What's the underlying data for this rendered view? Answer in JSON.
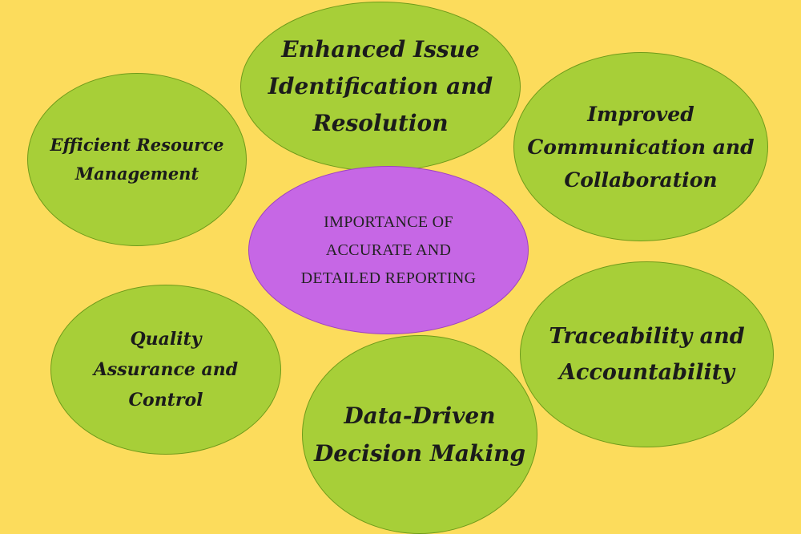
{
  "diagram": {
    "background_color": "#FCDC5C",
    "center": {
      "lines": [
        "IMPORTANCE OF",
        "ACCURATE AND",
        "DETAILED REPORTING"
      ],
      "color": "#C667E5"
    },
    "outer_color": "#A7CF38",
    "nodes": {
      "top": {
        "lines": [
          "Enhanced Issue",
          "Identification and",
          "Resolution"
        ]
      },
      "upper_right": {
        "lines": [
          "Improved",
          "Communication and",
          "Collaboration"
        ]
      },
      "upper_left": {
        "lines": [
          "Efficient Resource",
          "Management"
        ]
      },
      "lower_left": {
        "lines": [
          "Quality",
          "Assurance and",
          "Control"
        ]
      },
      "lower_right": {
        "lines": [
          "Traceability and",
          "Accountability"
        ]
      },
      "bottom": {
        "lines": [
          "Data-Driven",
          "Decision Making"
        ]
      }
    }
  }
}
